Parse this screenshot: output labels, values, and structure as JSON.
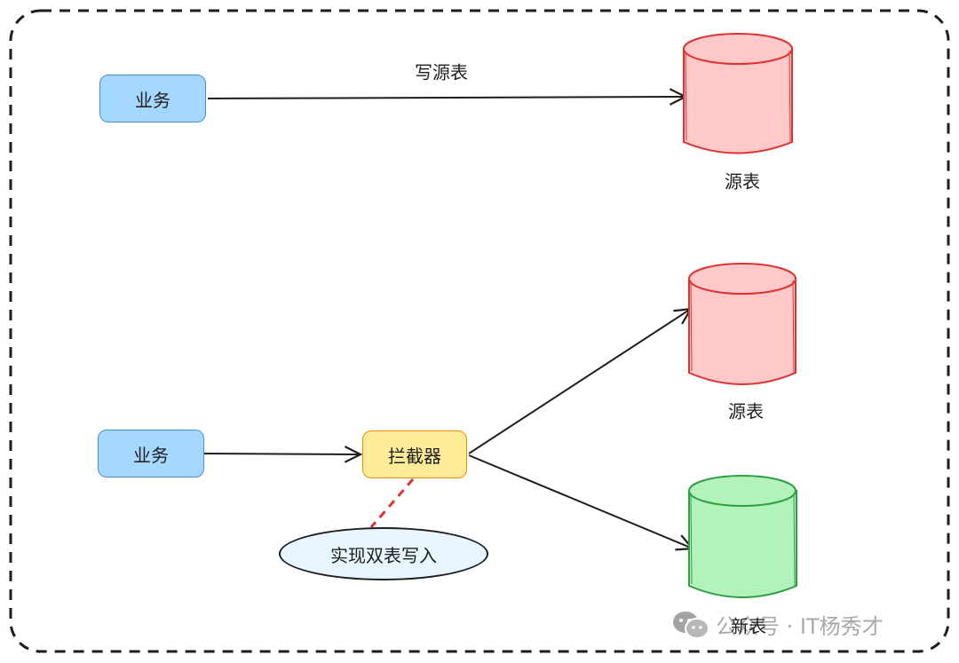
{
  "diagram": {
    "top_flow": {
      "source_node": "业务",
      "edge_label": "写源表",
      "target_db": "源表"
    },
    "bottom_flow": {
      "source_node": "业务",
      "interceptor_node": "拦截器",
      "note": "实现双表写入",
      "target_db_old": "源表",
      "target_db_new": "新表"
    },
    "colors": {
      "biz_fill": "#a5d8ff",
      "interceptor_fill": "#ffec99",
      "source_db_fill": "#ffc9c9",
      "source_db_stroke": "#e03131",
      "new_db_fill": "#b2f2bb",
      "new_db_stroke": "#2f9e44",
      "note_connector": "#e03131"
    }
  },
  "watermark": {
    "icon": "wechat-icon",
    "text": "公众号 · IT杨秀才"
  }
}
